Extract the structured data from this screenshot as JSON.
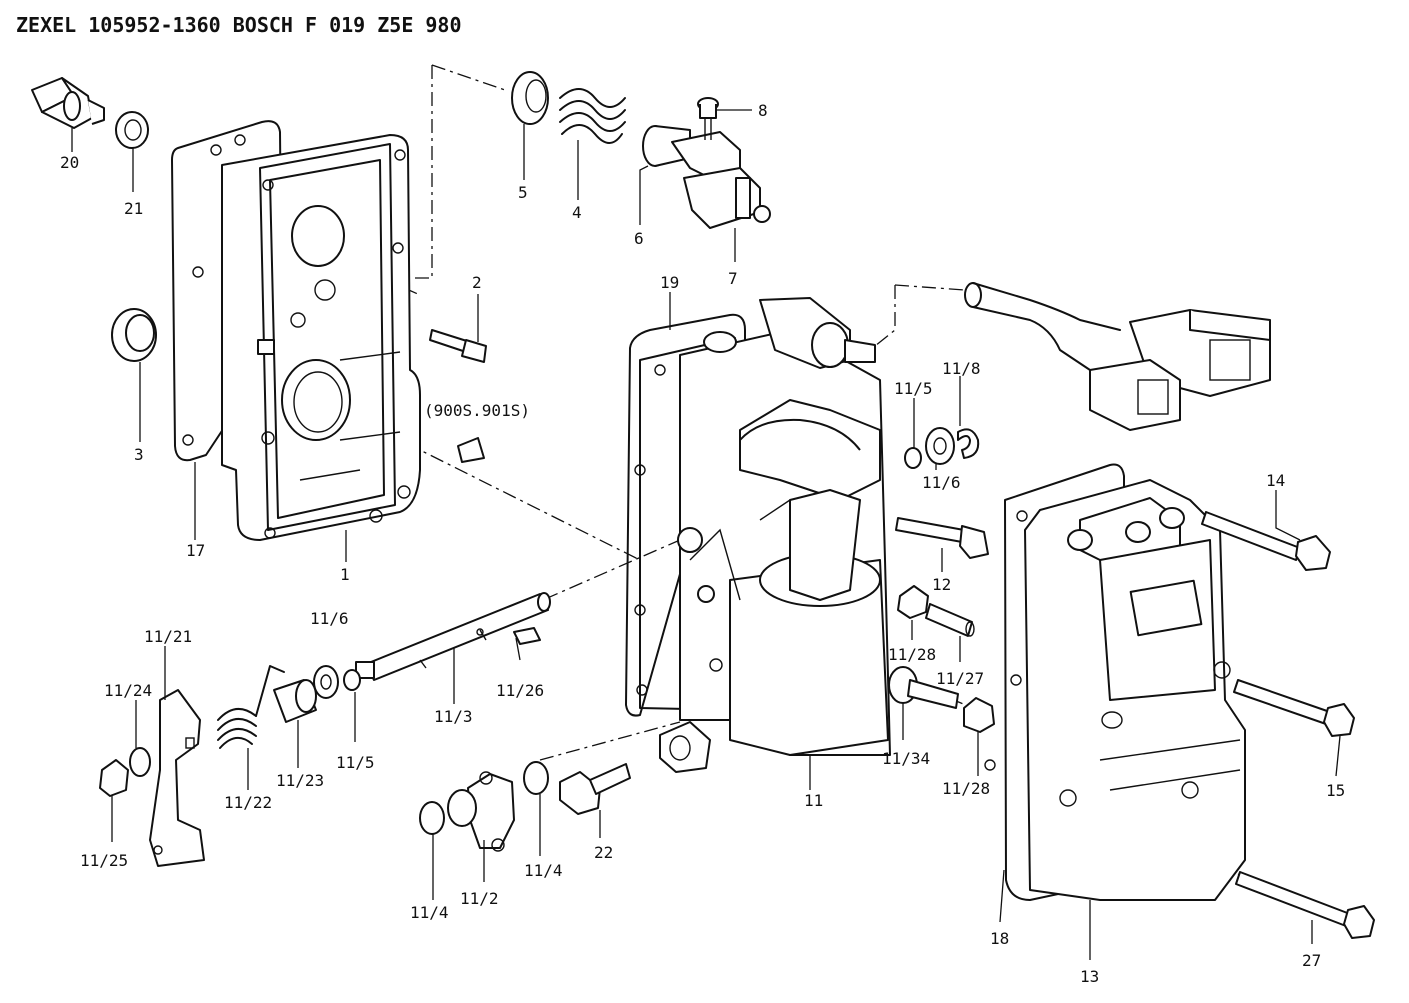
{
  "header": {
    "title": "ZEXEL  105952-1360  BOSCH  F 019 Z5E 980"
  },
  "callouts": {
    "c20": "20",
    "c21": "21",
    "c5": "5",
    "c4": "4",
    "c6": "6",
    "c7": "7",
    "c8": "8",
    "c2": "2",
    "c3": "3",
    "c17": "17",
    "c1": "1",
    "c19": "19",
    "note_900s": "(900S.901S)",
    "c11_5_top": "11/5",
    "c11_8": "11/8",
    "c11_6_right": "11/6",
    "c14": "14",
    "c12": "12",
    "c11_6_left": "11/6",
    "c11_21": "11/21",
    "c11_24": "11/24",
    "c11_26": "11/26",
    "c11_3": "11/3",
    "c11_28_top": "11/28",
    "c11_27": "11/27",
    "c11_22": "11/22",
    "c11_23": "11/23",
    "c11_5_bottom": "11/5",
    "c11_34": "11/34",
    "c11_28_bottom": "11/28",
    "c11": "11",
    "c15": "15",
    "c11_25": "11/25",
    "c11_4_left": "11/4",
    "c11_2": "11/2",
    "c11_4_right": "11/4",
    "c22": "22",
    "c18": "18",
    "c13": "13",
    "c27": "27"
  }
}
